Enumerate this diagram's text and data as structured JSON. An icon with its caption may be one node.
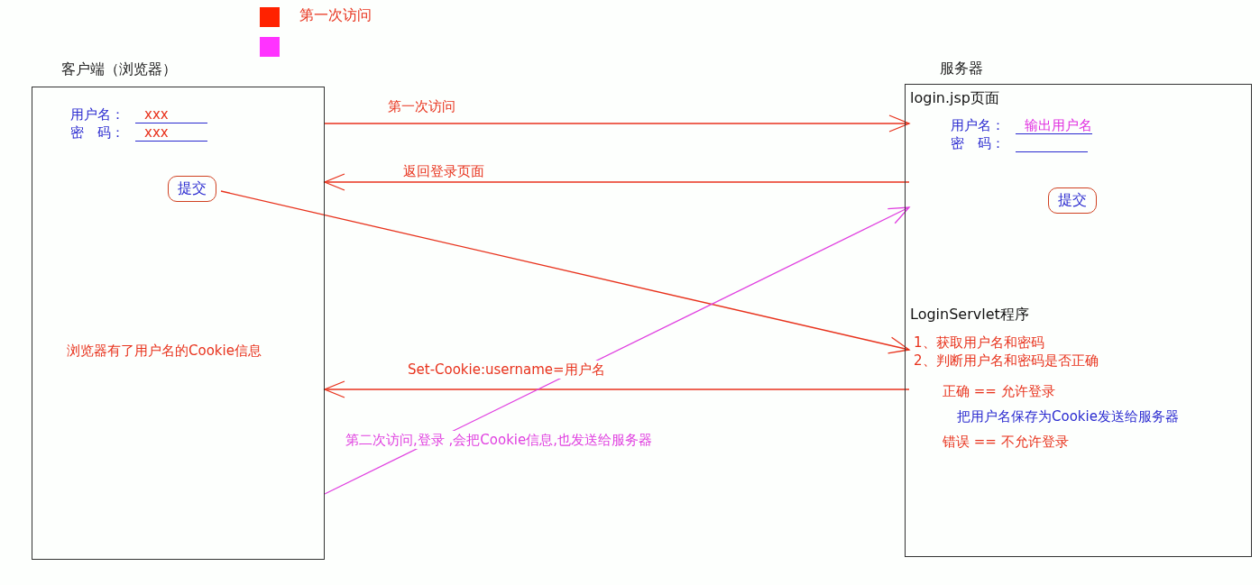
{
  "diagram": {
    "nodes": [
      {
        "text": [
          "客户端（浏览器）",
          "用户名：",
          "xxx",
          "密　码：",
          "xxx",
          "浏览器有了用户名的Cookie信息"
        ]
      },
      {
        "text": [
          "提交"
        ],
        "in": 0
      },
      {
        "text": [
          "服务器"
        ]
      },
      {
        "text": [
          "login.jsp页面",
          "用户名：",
          "输出用户名",
          "密　码："
        ],
        "in": 2
      },
      {
        "text": [
          "提交"
        ],
        "in": 3
      },
      {
        "text": [
          "LoginServlet程序",
          "1、获取用户名和密码",
          "2、判断用户名和密码是否正确",
          "正确 == 允许登录",
          "把用户名保存为Cookie发送给服务器",
          "错误 == 不允许登录"
        ],
        "in": 2
      }
    ],
    "edges": [
      {
        "from": 0,
        "to": 3,
        "arrow": "to",
        "label": "第一次访问"
      },
      {
        "from": 3,
        "to": 0,
        "arrow": "to",
        "label": "返回登录页面"
      },
      {
        "from": 1,
        "to": 5,
        "arrow": "to"
      },
      {
        "from": 5,
        "to": 0,
        "arrow": "to",
        "label": "Set-Cookie:username=用户名"
      },
      {
        "from": 0,
        "to": 3,
        "arrow": "to",
        "label": "第二次访问,登录 ,会把Cookie信息,也发送给服务器",
        "color": "#e040e0"
      }
    ],
    "legend": [
      {
        "text": "第一次访问",
        "color": "#ff2200"
      }
    ]
  }
}
